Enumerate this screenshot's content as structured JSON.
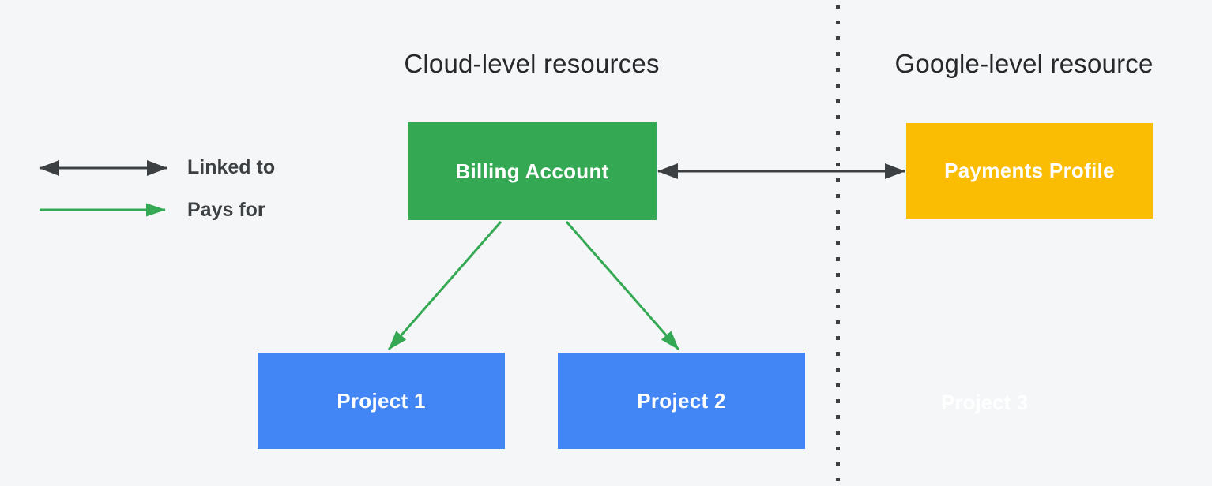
{
  "titles": {
    "left": "Cloud-level resources",
    "right": "Google-level resource"
  },
  "legend": {
    "linked_to_label": "Linked to",
    "pays_for_label": "Pays for"
  },
  "nodes": {
    "billing_account": {
      "label": "Billing Account",
      "fill": "#34a853",
      "text_color": "#ffffff"
    },
    "payments_profile": {
      "label": "Payments Profile",
      "fill": "#fbbc04",
      "text_color": "#ffffff"
    },
    "project_1": {
      "label": "Project 1",
      "fill": "#4285f4",
      "text_color": "#ffffff"
    },
    "project_2": {
      "label": "Project 2",
      "fill": "#4285f4",
      "text_color": "#ffffff"
    },
    "project_3": {
      "label": "Project 3",
      "fill": "none",
      "text_color": "#ffffff"
    }
  },
  "edges": [
    {
      "from": "billing_account",
      "to": "payments_profile",
      "type": "linked_to"
    },
    {
      "from": "billing_account",
      "to": "project_1",
      "type": "pays_for"
    },
    {
      "from": "billing_account",
      "to": "project_2",
      "type": "pays_for"
    }
  ],
  "colors": {
    "background": "#f4f6f7",
    "arrow_dark": "#3c4043",
    "arrow_green": "#34a853",
    "divider_dot": "#3c4043",
    "title_text": "#26282c",
    "legend_text": "#3c4043"
  }
}
